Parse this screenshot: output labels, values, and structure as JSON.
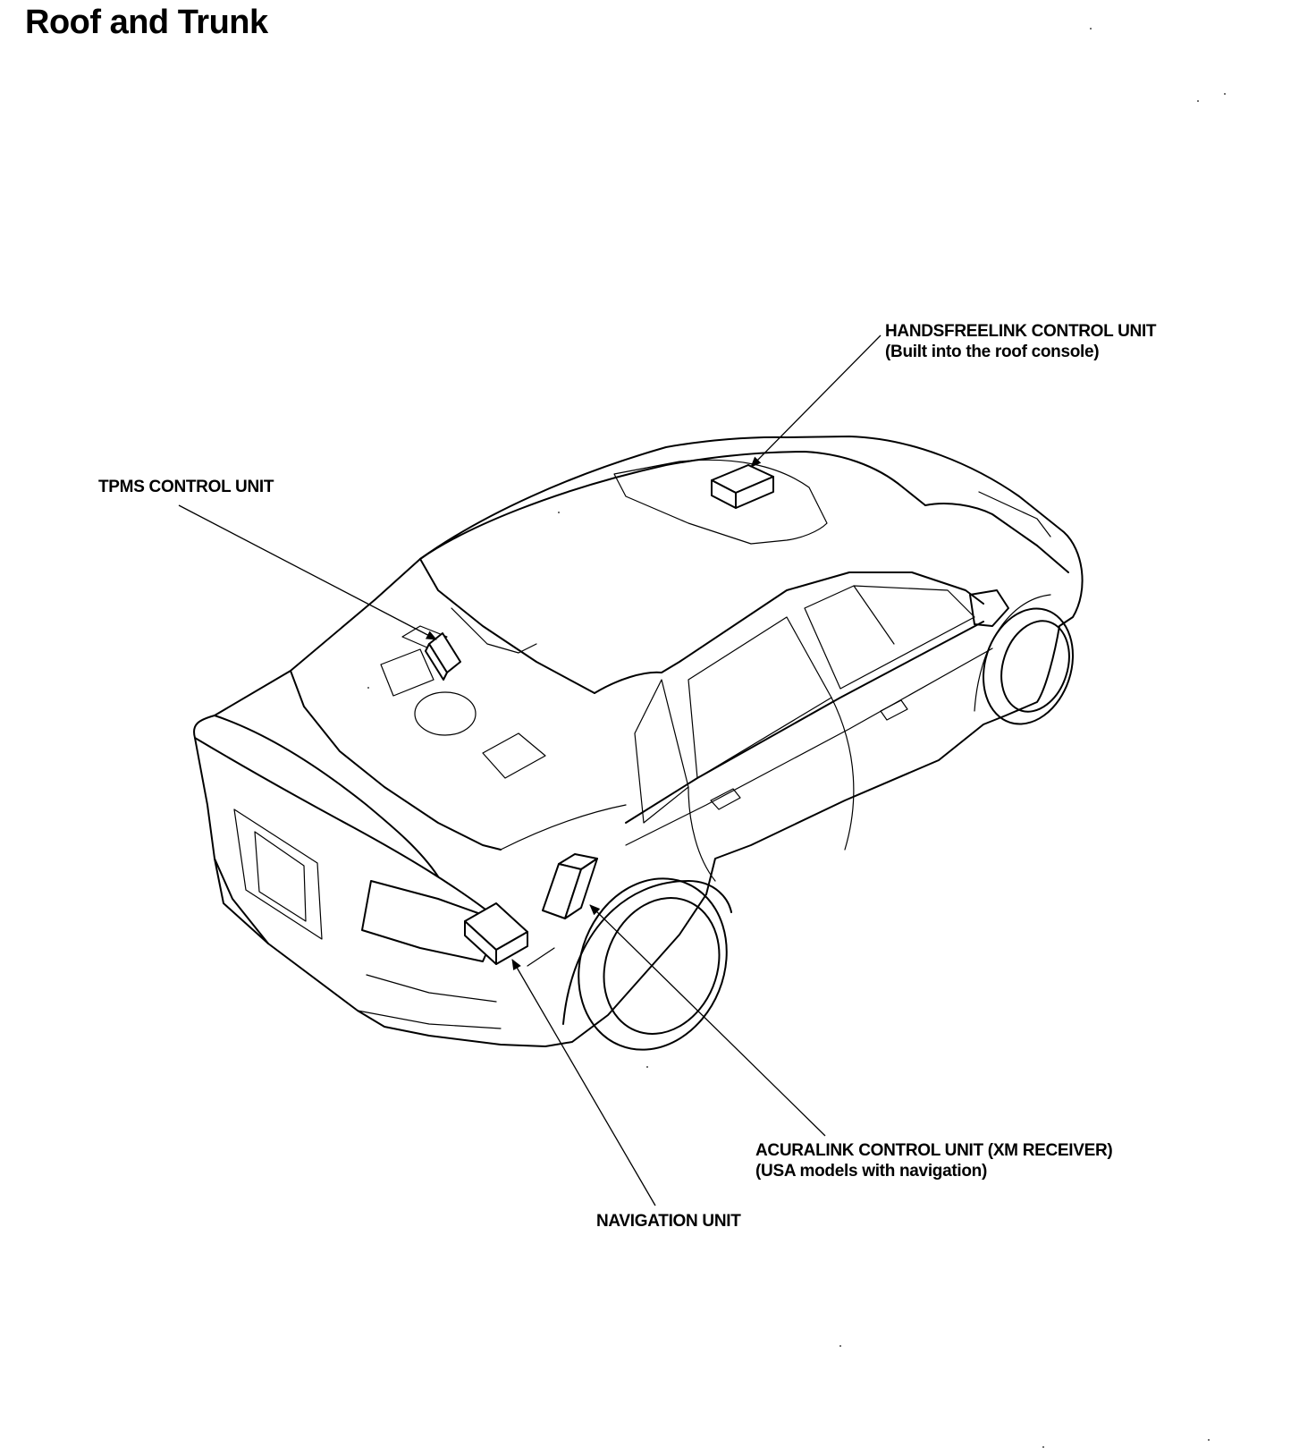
{
  "title": "Roof and Trunk",
  "callouts": {
    "handsfreelink": {
      "label": "HANDSFREELINK CONTROL UNIT",
      "note": "(Built into the roof console)"
    },
    "tpms": {
      "label": "TPMS CONTROL UNIT"
    },
    "acuralink": {
      "label": "ACURALINK CONTROL UNIT (XM RECEIVER)",
      "note": "(USA models with navigation)"
    },
    "navigation": {
      "label": "NAVIGATION UNIT"
    }
  },
  "colors": {
    "ink": "#000000",
    "paper": "#ffffff"
  }
}
